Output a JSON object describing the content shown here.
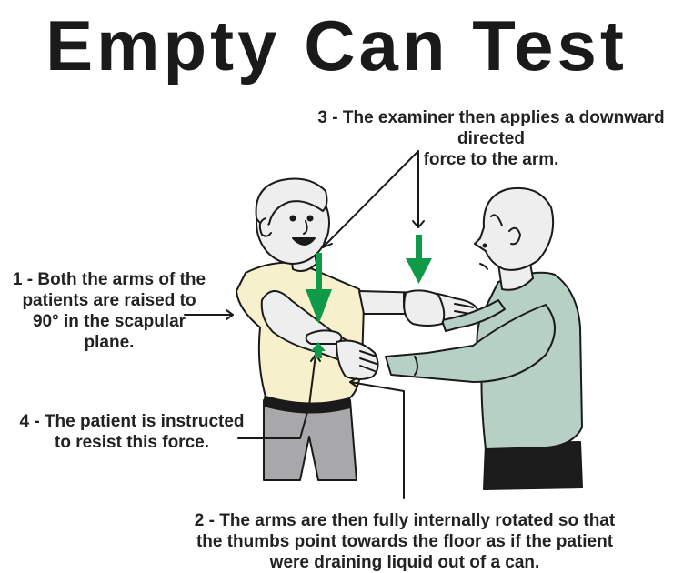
{
  "title": "Empty Can Test",
  "steps": {
    "step1": {
      "number": "1",
      "lines": [
        "1 - Both the arms of the",
        "patients are raised to",
        "90° in the scapular",
        "plane."
      ]
    },
    "step2": {
      "number": "2",
      "lines": [
        "2 - The arms are then fully internally rotated so that",
        "the thumbs point towards the floor as if the patient",
        "were draining liquid out of a can."
      ]
    },
    "step3": {
      "number": "3",
      "lines": [
        "3 - The examiner then applies a downward directed",
        "force to the arm."
      ]
    },
    "step4": {
      "number": "4",
      "lines": [
        "4 - The patient is instructed",
        "to resist this force."
      ]
    }
  },
  "figures": {
    "patient": {
      "shirt_color": "#f7f0cc",
      "pants_color": "#a8a8aa",
      "skin_color": "#eeeeee",
      "belt_color": "#1a1a1a"
    },
    "examiner": {
      "shirt_color": "#b6d0c4",
      "pants_color": "#1c1c1c",
      "skin_color": "#eeeeee"
    },
    "force_arrow_color": "#0f9a4a",
    "leader_line_color": "#1a1a1a"
  }
}
